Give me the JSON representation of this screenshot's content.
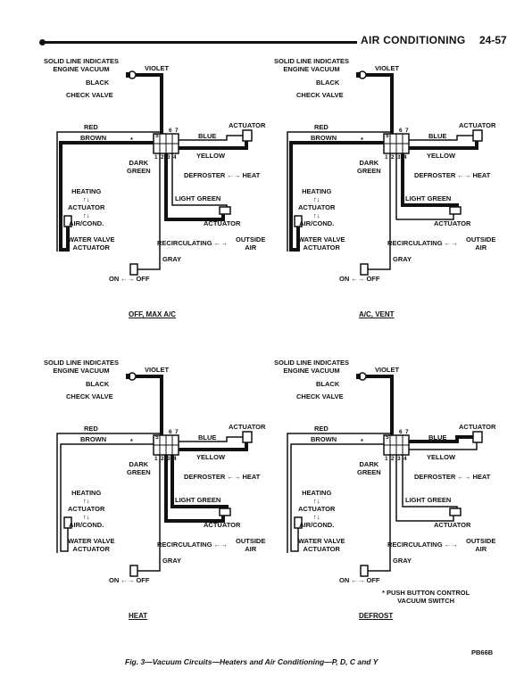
{
  "header": {
    "section_title": "AIR CONDITIONING",
    "page_number": "24-57"
  },
  "labels": {
    "solid_line_1": "SOLID LINE INDICATES",
    "solid_line_2": "ENGINE VACUUM",
    "violet": "VIOLET",
    "black": "BLACK",
    "check_valve": "CHECK VALVE",
    "red": "RED",
    "brown": "BROWN",
    "blue": "BLUE",
    "actuator": "ACTUATOR",
    "yellow": "YELLOW",
    "dark": "DARK",
    "green": "GREEN",
    "defroster": "DEFROSTER",
    "heat": "HEAT",
    "heating": "HEATING",
    "air_cond": "AIR/COND.",
    "light_green": "LIGHT GREEN",
    "water_valve": "WATER VALVE",
    "recirculating": "RECIRCULATING",
    "outside": "OUTSIDE",
    "air": "AIR",
    "gray": "GRAY",
    "on": "ON",
    "off": "OFF",
    "switch_marker": "*",
    "arrow_lr": "←→",
    "arrow_ud": "↑↓",
    "port_1": "1",
    "port_2": "2",
    "port_3": "3",
    "port_4": "4",
    "port_5": "5",
    "port_6": "6",
    "port_7": "7"
  },
  "panels": [
    {
      "caption": "OFF, MAX A/C"
    },
    {
      "caption": "A/C, VENT"
    },
    {
      "caption": "HEAT"
    },
    {
      "caption": "DEFROST"
    }
  ],
  "footnote": {
    "line1": "* PUSH BUTTON CONTROL",
    "line2": "VACUUM SWITCH"
  },
  "figure_caption": "Fig. 3—Vacuum Circuits—Heaters and Air Conditioning—P, D, C and Y",
  "plate_code": "PB66B"
}
